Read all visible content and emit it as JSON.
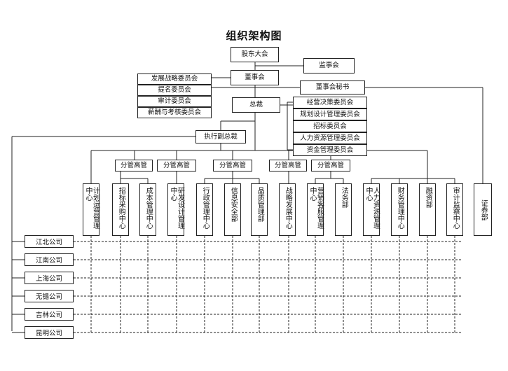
{
  "title": "组织架构图",
  "top": {
    "shareholders": "股东大会",
    "supervisory": "监事会",
    "board": "董事会",
    "secretary": "董事会秘书",
    "ceo": "总裁",
    "evp": "执行副总裁"
  },
  "board_committees": [
    "发展战略委员会",
    "提名委员会",
    "审计委员会",
    "薪酬与考核委员会"
  ],
  "ceo_committees": [
    "经营决策委员会",
    "规划设计管理委员会",
    "招标委员会",
    "人力资源管理委员会",
    "资金管理委员会"
  ],
  "vp_groups": [
    "分管高管",
    "分管高管",
    "分管高管",
    "分管高管",
    "分管高管"
  ],
  "departments": [
    "计划运营管理中心",
    "招标采购中心",
    "成本管理中心",
    "研发设计管理中心",
    "行政管理中心",
    "信息安全部",
    "品质管理部",
    "战略发展中心",
    "营销客服管理中心",
    "法务部",
    "人力资源管理中心",
    "财务管理中心",
    "融资部",
    "审计监察中心"
  ],
  "securities": "证券部",
  "subsidiaries": [
    "江北公司",
    "江南公司",
    "上海公司",
    "无锡公司",
    "吉林公司",
    "昆明公司"
  ]
}
